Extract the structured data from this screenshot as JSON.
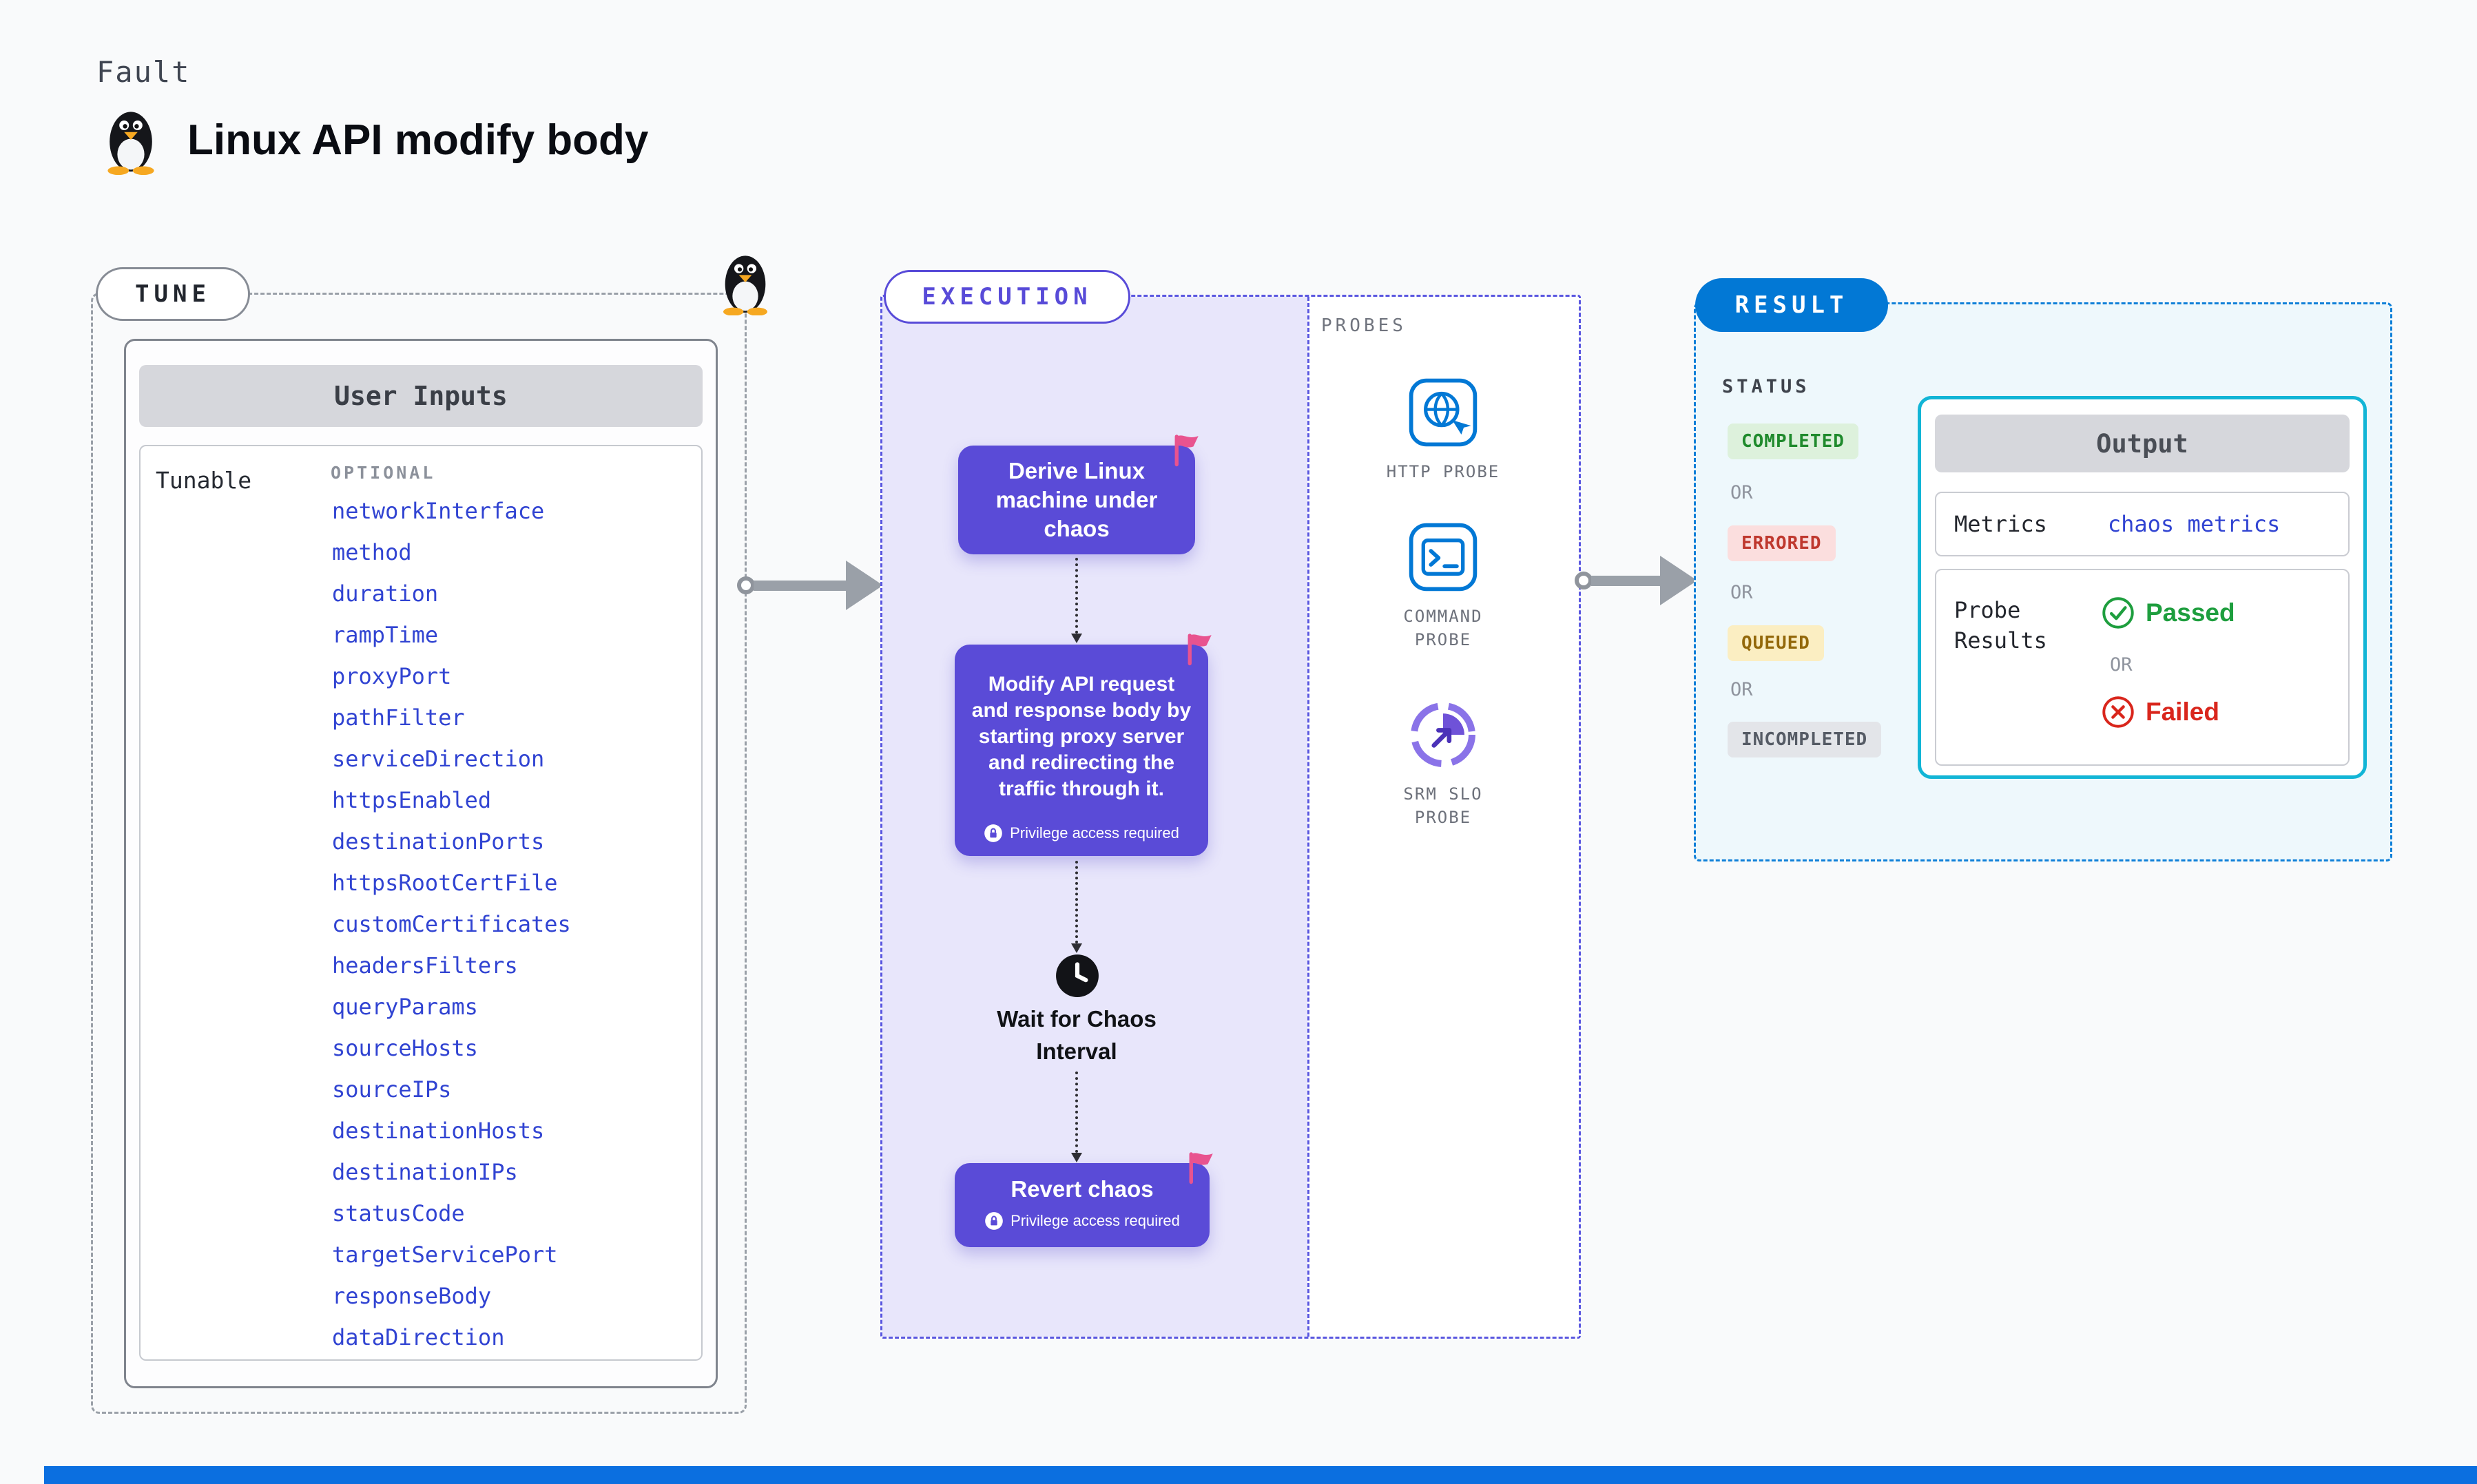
{
  "page": {
    "kicker": "Fault",
    "title": "Linux API modify body"
  },
  "tune": {
    "label": "TUNE",
    "user_inputs_title": "User Inputs",
    "tunable_label": "Tunable",
    "optional_label": "OPTIONAL",
    "tunables": [
      "networkInterface",
      "method",
      "duration",
      "rampTime",
      "proxyPort",
      "pathFilter",
      "serviceDirection",
      "httpsEnabled",
      "destinationPorts",
      "httpsRootCertFile",
      "customCertificates",
      "headersFilters",
      "queryParams",
      "sourceHosts",
      "sourceIPs",
      "destinationHosts",
      "destinationIPs",
      "statusCode",
      "targetServicePort",
      "responseBody",
      "dataDirection"
    ]
  },
  "execution": {
    "label": "EXECUTION",
    "steps": [
      {
        "text": "Derive Linux machine under chaos"
      },
      {
        "text": "Modify API request and response body by starting proxy server and redirecting the traffic through it.",
        "privilege": "Privilege access required"
      },
      {
        "text": "Wait for Chaos Interval"
      },
      {
        "text": "Revert chaos",
        "privilege": "Privilege access required"
      }
    ]
  },
  "probes": {
    "label": "PROBES",
    "items": [
      {
        "name": "HTTP PROBE",
        "icon": "globe-icon"
      },
      {
        "name": "COMMAND PROBE",
        "icon": "terminal-icon"
      },
      {
        "name": "SRM SLO PROBE",
        "icon": "gauge-icon"
      }
    ]
  },
  "result": {
    "label": "RESULT",
    "status_label": "STATUS",
    "or_label": "OR",
    "statuses": [
      {
        "text": "COMPLETED",
        "type": "completed"
      },
      {
        "text": "ERRORED",
        "type": "errored"
      },
      {
        "text": "QUEUED",
        "type": "queued"
      },
      {
        "text": "INCOMPLETED",
        "type": "incompleted"
      }
    ],
    "output": {
      "title": "Output",
      "metrics_label": "Metrics",
      "metrics_value": "chaos metrics",
      "probe_results_label": "Probe Results",
      "passed": "Passed",
      "failed": "Failed"
    }
  },
  "colors": {
    "step_purple": "#5a4bd7",
    "execution_bg": "#e8e6fb",
    "result_blue": "#0278d5",
    "output_border_cyan": "#12b5d6",
    "passed_green": "#1e9e3e",
    "failed_red": "#d9261c",
    "flag_pink": "#e8538f",
    "link_blue": "#3144d2",
    "completed_badge": "#ddf1dc",
    "errored_badge": "#fbdede",
    "queued_badge": "#fbeec2",
    "incompleted_badge": "#e3e5e9"
  },
  "icons": {
    "logo": "tux-penguin-icon",
    "step_corner": "flag-icon",
    "wait": "clock-icon",
    "privilege": "lock-icon",
    "http_probe": "globe-icon",
    "command_probe": "terminal-icon",
    "srm_slo_probe": "gauge-icon",
    "passed": "check-circle-icon",
    "failed": "x-circle-icon"
  }
}
